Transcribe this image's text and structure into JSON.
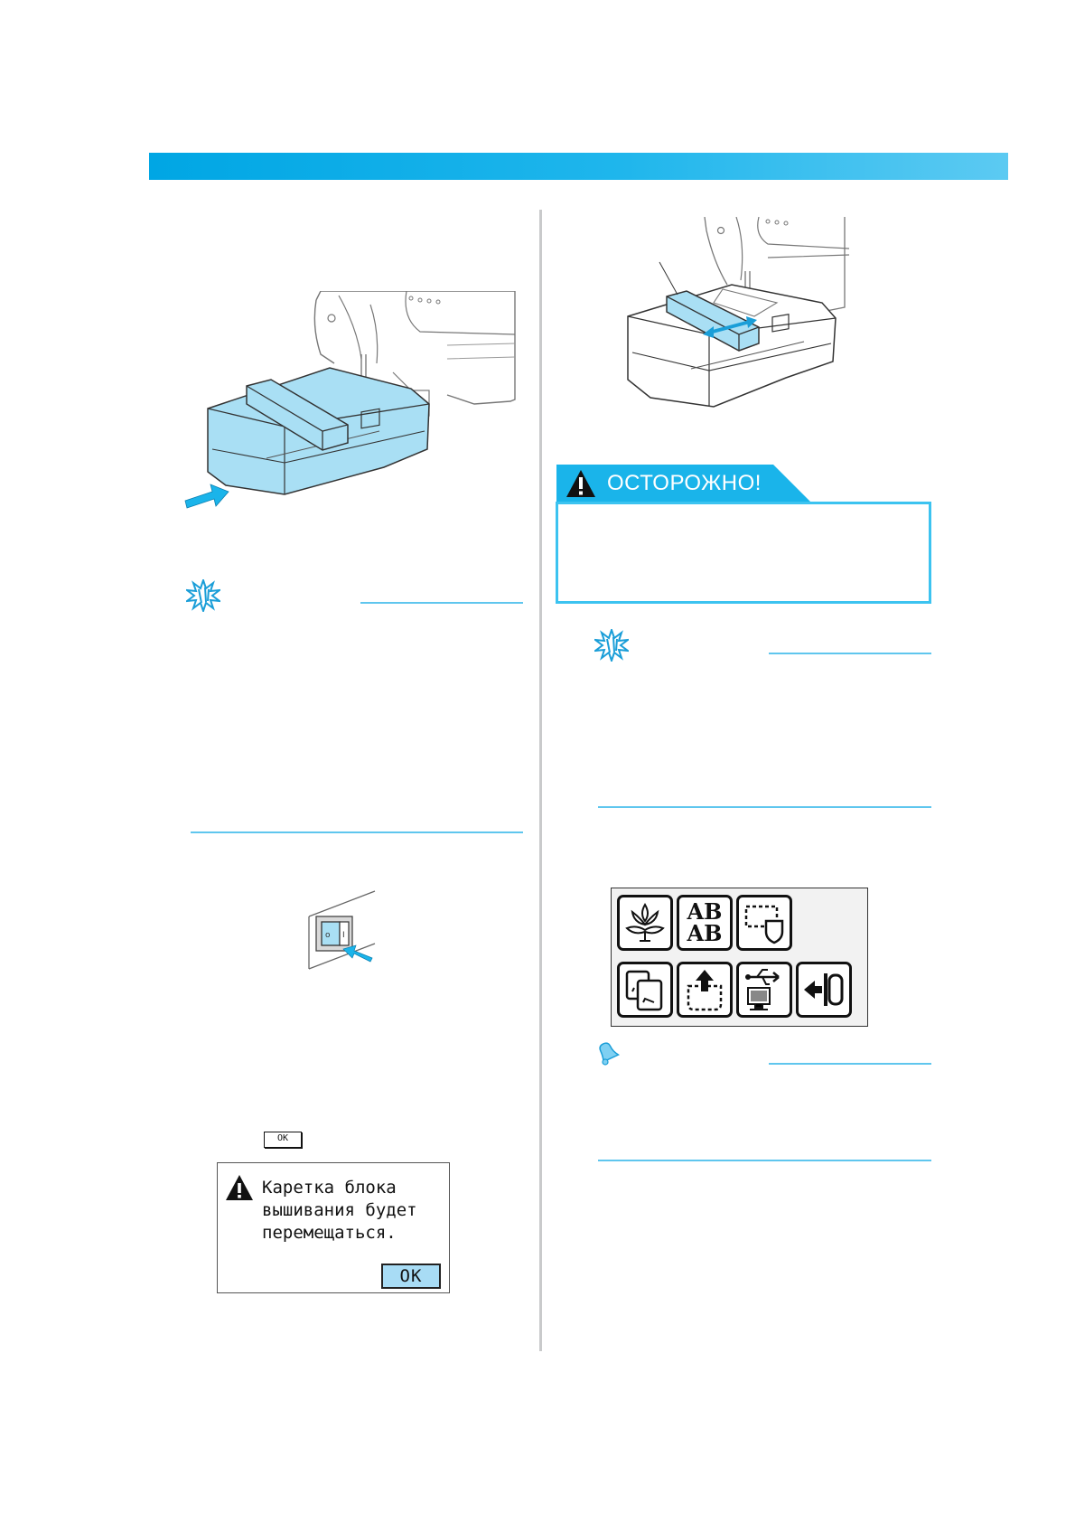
{
  "header": {
    "bar_color": "#00a6e4"
  },
  "warning": {
    "label": "ОСТОРОЖНО!",
    "color": "#1ab4ea"
  },
  "lcd_message": {
    "text": "Каретка блока\nвышивания будет\nперемещаться.",
    "ok_label": "OK"
  },
  "inline_ok_key": {
    "label": "OK"
  },
  "embroidery_menu": {
    "tiles": [
      {
        "icon": "embroidery-pattern-icon"
      },
      {
        "icon": "alphabet-characters-icon",
        "label": "AB\nAB"
      },
      {
        "icon": "frame-pattern-icon"
      },
      {
        "icon": "my-design-icon"
      },
      {
        "icon": "pocket-memory-icon"
      },
      {
        "icon": "usb-computer-icon"
      },
      {
        "icon": "exit-icon"
      }
    ]
  },
  "icons": {
    "memo": "memo-burst-icon",
    "note": "bell-note-icon",
    "warning": "exclamation-triangle-icon"
  }
}
